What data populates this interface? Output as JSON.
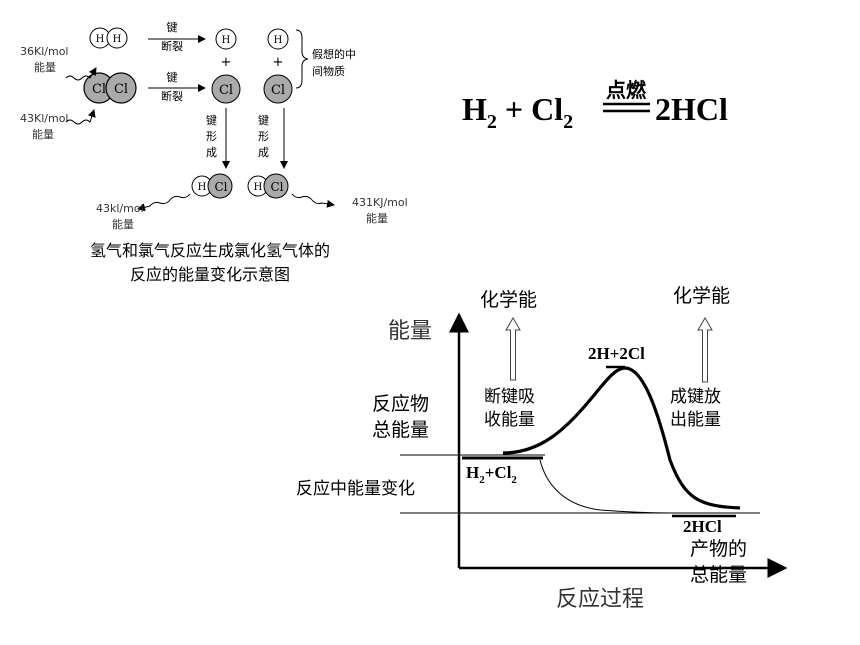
{
  "top_diagram": {
    "energy_left_h2_value": "36Kl/mol",
    "energy_left_h2_unit": "能量",
    "energy_left_cl2_value": "43Kl/mol",
    "energy_left_cl2_unit": "能量",
    "bond_break_1": "键\n断裂",
    "bond_break_2": "键\n断裂",
    "atom_h": "H",
    "atom_cl": "Cl",
    "plus": "+",
    "intermediate_label_1": "假想的中",
    "intermediate_label_2": "间物质",
    "bond_form_1": "键\n形\n成",
    "bond_form_2": "键\n形\n成",
    "energy_out_1_value": "43kl/mol",
    "energy_out_1_unit": "能量",
    "energy_out_2_value": "431KJ/mol",
    "energy_out_2_unit": "能量",
    "caption_line1": "氢气和氯气反应生成氯化氢气体的",
    "caption_line2": "反应的能量变化示意图"
  },
  "equation": {
    "h2": "H",
    "h2_sub": "2",
    "plus": " + Cl",
    "cl2_sub": "2",
    "condition": "点燃",
    "product": "2HCl"
  },
  "energy_chart": {
    "y_axis_label": "能量",
    "x_axis_label": "反应过程",
    "chem_energy_left": "化学能",
    "chem_energy_right": "化学能",
    "transition_label": "2H+2Cl",
    "bond_break_line1": "断键吸",
    "bond_break_line2": "收能量",
    "bond_form_line1": "成键放",
    "bond_form_line2": "出能量",
    "reactant_total_line1": "反应物",
    "reactant_total_line2": "总能量",
    "reactant_species": "H",
    "reactant_species_sub1": "2",
    "reactant_species_mid": "+Cl",
    "reactant_species_sub2": "2",
    "energy_change_label": "反应中能量变化",
    "product_species": "2HCl",
    "product_total_line1": "产物的",
    "product_total_line2": "总能量"
  }
}
